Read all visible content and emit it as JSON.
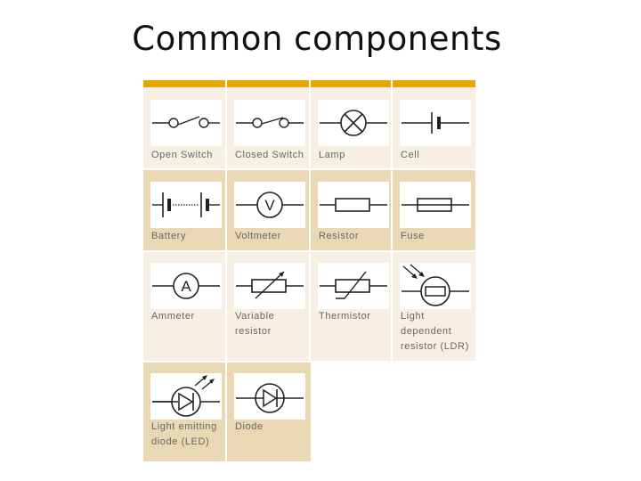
{
  "title": "Common components",
  "components": [
    {
      "label": "Open Switch",
      "symbol": "open-switch-icon"
    },
    {
      "label": "Closed Switch",
      "symbol": "closed-switch-icon"
    },
    {
      "label": "Lamp",
      "symbol": "lamp-icon"
    },
    {
      "label": "Cell",
      "symbol": "cell-icon"
    },
    {
      "label": "Battery",
      "symbol": "battery-icon"
    },
    {
      "label": "Voltmeter",
      "symbol": "voltmeter-icon",
      "letter": "V"
    },
    {
      "label": "Resistor",
      "symbol": "resistor-icon"
    },
    {
      "label": "Fuse",
      "symbol": "fuse-icon"
    },
    {
      "label": "Ammeter",
      "symbol": "ammeter-icon",
      "letter": "A"
    },
    {
      "label": "Variable resistor",
      "symbol": "variable-resistor-icon"
    },
    {
      "label": "Thermistor",
      "symbol": "thermistor-icon"
    },
    {
      "label": "Light dependent resistor (LDR)",
      "symbol": "ldr-icon"
    },
    {
      "label": "Light emitting diode (LED)",
      "symbol": "led-icon"
    },
    {
      "label": "Diode",
      "symbol": "diode-icon"
    }
  ],
  "colors": {
    "header": "#e7a800",
    "row_light": "#f7efe4",
    "row_dark": "#ead8b5"
  }
}
